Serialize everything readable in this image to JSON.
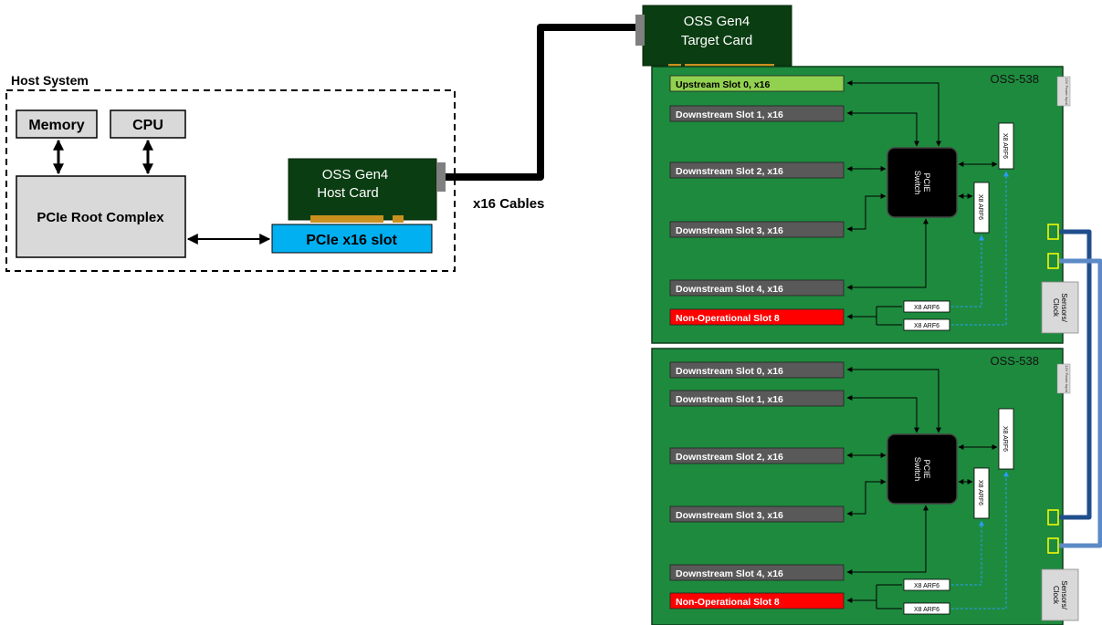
{
  "host": {
    "title": "Host System",
    "memory": "Memory",
    "cpu": "CPU",
    "root_complex": "PCIe Root Complex",
    "host_card_line1": "OSS Gen4",
    "host_card_line2": "Host Card",
    "slot": "PCIe x16 slot"
  },
  "cables_label": "x16 Cables",
  "target_card": {
    "line1": "OSS Gen4",
    "line2": "Target Card"
  },
  "chassis": [
    {
      "name": "OSS-538",
      "power_label": "12V Power Input",
      "slots": [
        {
          "label": "Upstream Slot 0, x16",
          "kind": "upstream"
        },
        {
          "label": "Downstream Slot 1, x16",
          "kind": "downstream"
        },
        {
          "label": "Downstream Slot 2, x16",
          "kind": "downstream"
        },
        {
          "label": "Downstream Slot 3, x16",
          "kind": "downstream"
        },
        {
          "label": "Downstream Slot 4, x16",
          "kind": "downstream"
        },
        {
          "label": "Non-Operational Slot 8",
          "kind": "nonop"
        }
      ],
      "switch_line1": "PCIE",
      "switch_line2": "Switch",
      "arf_vertical_1": "X8 ARF6",
      "arf_vertical_2": "X8 ARF6",
      "arf_horizontal_1": "X8 ARF6",
      "arf_horizontal_2": "X8 ARF6",
      "sensors_line1": "Sensors/",
      "sensors_line2": "Clock"
    },
    {
      "name": "OSS-538",
      "power_label": "12V Power Input",
      "slots": [
        {
          "label": "Downstream Slot 0, x16",
          "kind": "downstream"
        },
        {
          "label": "Downstream Slot 1, x16",
          "kind": "downstream"
        },
        {
          "label": "Downstream Slot 2, x16",
          "kind": "downstream"
        },
        {
          "label": "Downstream Slot 3, x16",
          "kind": "downstream"
        },
        {
          "label": "Downstream Slot 4, x16",
          "kind": "downstream"
        },
        {
          "label": "Non-Operational Slot 8",
          "kind": "nonop"
        }
      ],
      "switch_line1": "PCIE",
      "switch_line2": "Switch",
      "arf_vertical_1": "X8 ARF6",
      "arf_vertical_2": "X8 ARF6",
      "arf_horizontal_1": "X8 ARF6",
      "arf_horizontal_2": "X8 ARF6",
      "sensors_line1": "Sensors/",
      "sensors_line2": "Clock"
    }
  ],
  "colors": {
    "board": "#1e8a3e",
    "board_border": "#0d3d1a",
    "card": "#0b3d12",
    "upstream": "#92d050",
    "downstream": "#595959",
    "nonop": "#ff0000",
    "slot_blue": "#00b0f0",
    "gray_box": "#d9d9d9",
    "gold": "#c9901e",
    "cable_dark": "#1f4e8c",
    "cable_light": "#5b8ac6",
    "connector_yellow": "#ffff00"
  }
}
